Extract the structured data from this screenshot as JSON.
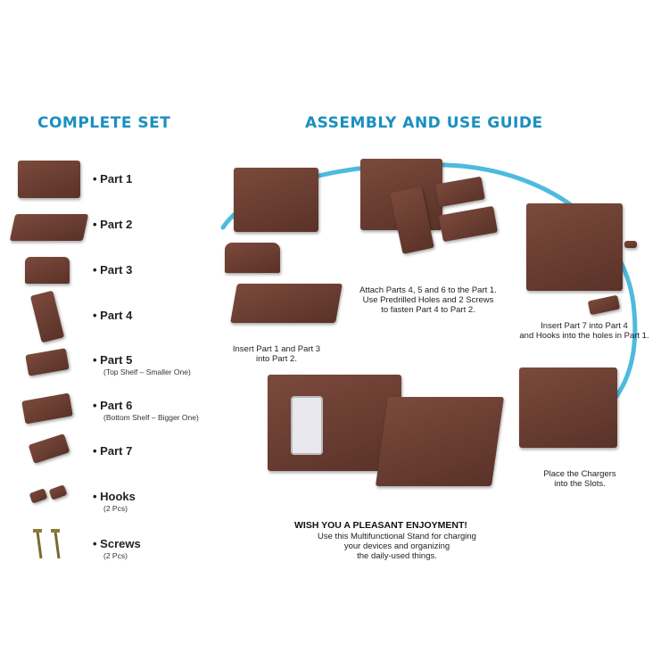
{
  "headings": {
    "complete_set": "COMPLETE SET",
    "assembly_guide": "ASSEMBLY AND USE GUIDE"
  },
  "parts": [
    {
      "label": "• Part 1",
      "sub": ""
    },
    {
      "label": "• Part 2",
      "sub": ""
    },
    {
      "label": "• Part 3",
      "sub": ""
    },
    {
      "label": "• Part 4",
      "sub": ""
    },
    {
      "label": "• Part 5",
      "sub": "(Top Shelf – Smaller One)"
    },
    {
      "label": "• Part 6",
      "sub": "(Bottom Shelf – Bigger One)"
    },
    {
      "label": "• Part 7",
      "sub": ""
    },
    {
      "label": "• Hooks",
      "sub": "(2 Pcs)"
    },
    {
      "label": "• Screws",
      "sub": "(2 Pcs)"
    }
  ],
  "steps": {
    "step1": "Insert Part 1 and Part 3\ninto Part 2.",
    "step2": "Attach Parts 4, 5 and 6 to the Part 1.\nUse Predrilled Holes and 2 Screws\nto fasten Part 4 to Part 2.",
    "step3": "Insert Part 7 into Part 4\nand Hooks into the holes in Part 1.",
    "step4": "Place the Chargers\ninto the Slots."
  },
  "closing": {
    "title": "WISH YOU A PLEASANT ENJOYMENT!",
    "body": "Use this Multifunctional Stand for charging\nyour devices and organizing\nthe daily-used things."
  },
  "colors": {
    "accent": "#1a8fc0",
    "arc": "#3ab4dc",
    "wood": "#6b3f33"
  }
}
